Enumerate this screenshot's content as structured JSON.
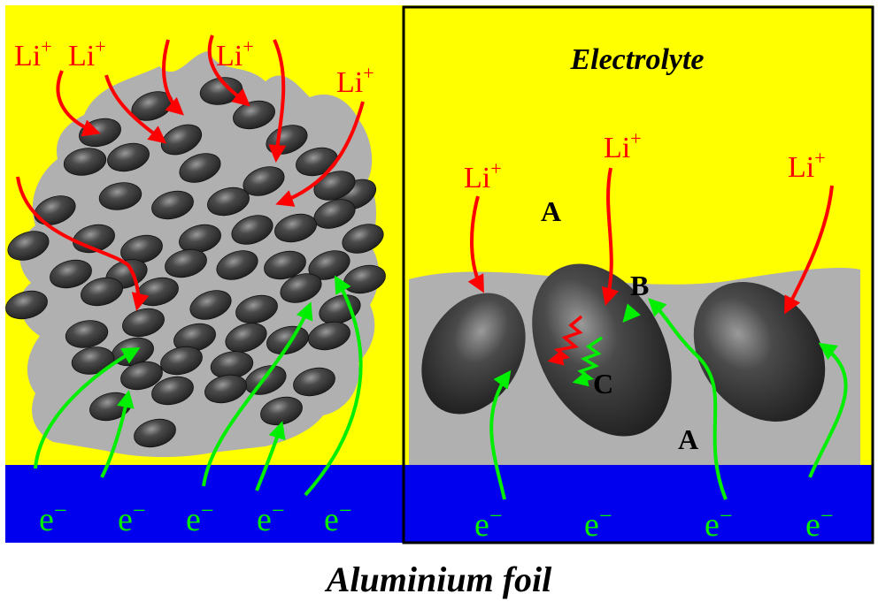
{
  "electrolyte_label": "Electrolyte",
  "foil_label": "Aluminium foil",
  "ion_label": "Li",
  "ion_charge": "+",
  "electron_label": "e",
  "electron_charge": "−",
  "region_labels": {
    "a1": "A",
    "a2": "A",
    "b": "B",
    "c": "C"
  },
  "colors": {
    "electrolyte": "#ffff00",
    "binder": "#b0b0b0",
    "foil": "#0000ee",
    "particle": "#3a3a3a",
    "ion_path": "#ff0000",
    "electron_path": "#00ee00",
    "frame": "#000000"
  },
  "icons": [
    "ion-arrow-icon",
    "electron-arrow-icon",
    "active-particle-icon"
  ]
}
